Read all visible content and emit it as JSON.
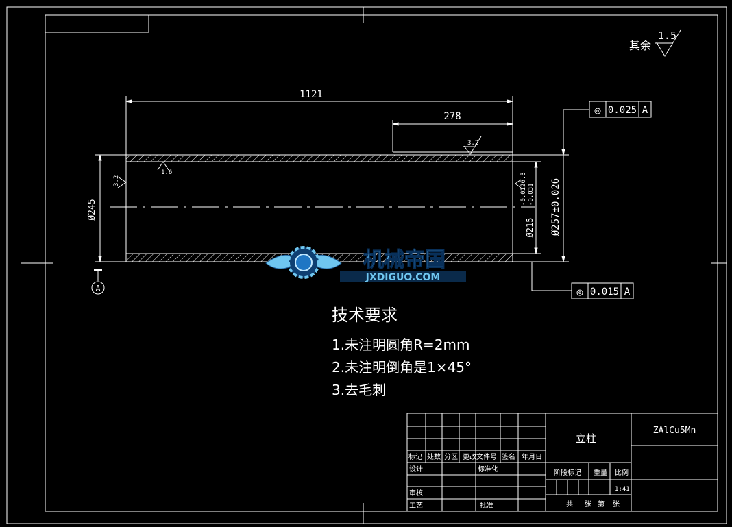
{
  "surface_roughness": {
    "rest_label": "其余",
    "rest_value": "1.5",
    "top": "3.2",
    "left": "3.2",
    "inner": "1.6"
  },
  "dimensions": {
    "overall_length": "1121",
    "step_length": "278",
    "inner_diameter": "Ø245",
    "outer_bore": "Ø215",
    "outer_bore_tol_upper": "-0.0126.3",
    "outer_bore_tol_lower": "-0.031",
    "outer_diameter": "Ø257±0.026"
  },
  "tolerance_frames": [
    {
      "symbol": "◎",
      "value": "0.025",
      "datum": "A"
    },
    {
      "symbol": "◎",
      "value": "0.015",
      "datum": "A"
    }
  ],
  "datum": {
    "label": "A"
  },
  "watermark": {
    "name": "机械帝国",
    "url": "JXDIGUO.COM"
  },
  "tech_requirements": {
    "title": "技术要求",
    "items": [
      "1.未注明圆角R=2mm",
      "2.未注明倒角是1×45°",
      "3.去毛刺"
    ]
  },
  "title_block": {
    "part_name": "立柱",
    "material": "ZAlCu5Mn",
    "row_labels": [
      "标记",
      "处数",
      "分区",
      "更改文件号",
      "签名",
      "年月日"
    ],
    "design": "设计",
    "standardize": "标准化",
    "review": "审核",
    "process": "工艺",
    "approve": "批准",
    "stage_mark": "阶段标记",
    "weight": "重量",
    "scale": "比例",
    "scale_value": "1:41",
    "sheets": "共",
    "sheet_unit": "张",
    "sheet_no": "第",
    "sheet_unit2": "张"
  }
}
